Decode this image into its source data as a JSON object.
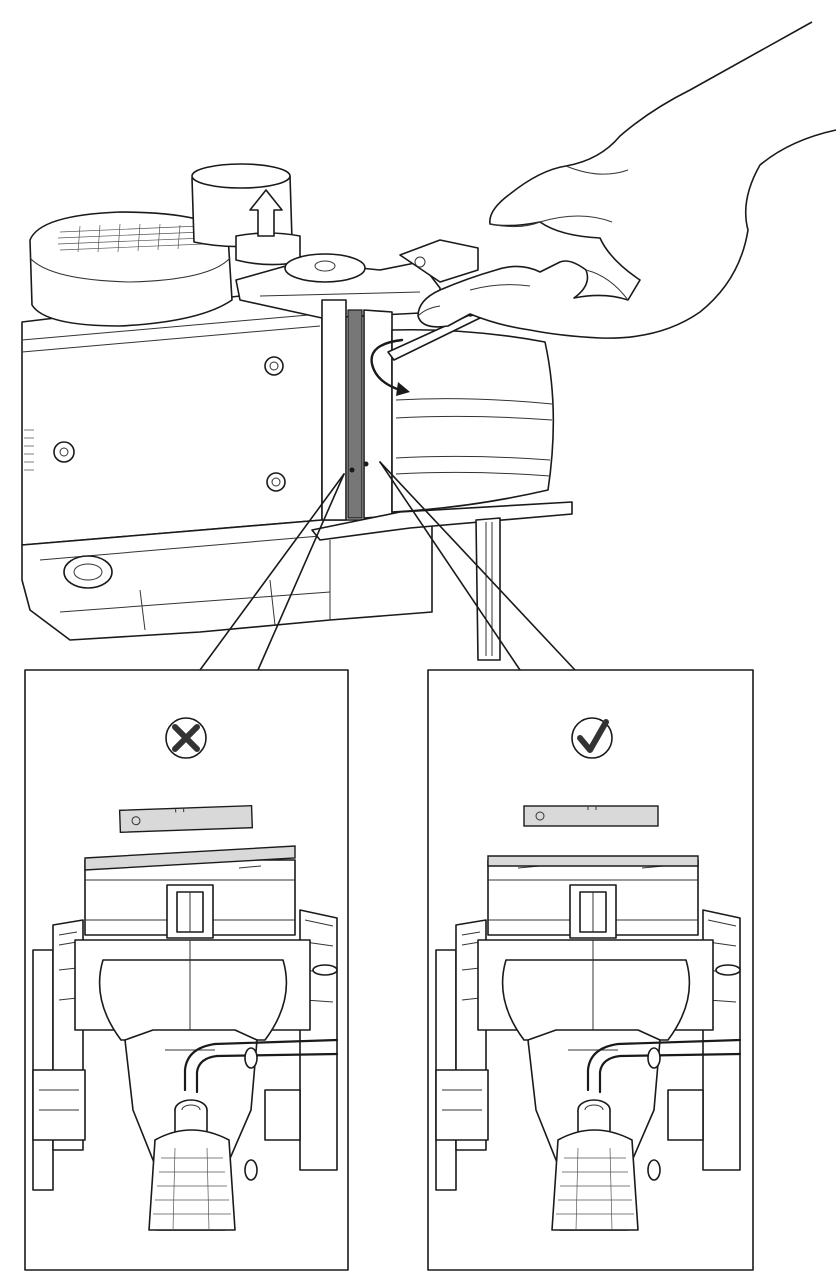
{
  "figure": {
    "panels": [
      {
        "id": "incorrect",
        "status_icon": "x-mark-icon",
        "status": "incorrect"
      },
      {
        "id": "correct",
        "status_icon": "check-mark-icon",
        "status": "correct"
      }
    ],
    "icons": [
      "up-arrow-icon",
      "rotate-arrow-icon",
      "hex-key-icon",
      "spirit-level-icon",
      "hand-icon"
    ],
    "colors": {
      "line": "#1a1a1a",
      "fill": "#ffffff",
      "shade": "#d9d9d9",
      "blade": "#777777"
    }
  }
}
